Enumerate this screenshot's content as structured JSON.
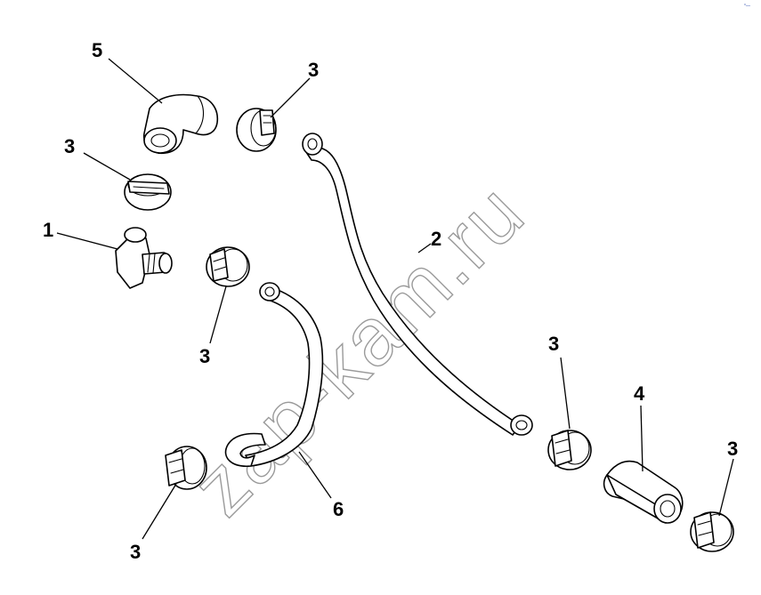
{
  "diagram": {
    "watermark": "zap-kam.ru",
    "corner_mark": "°—",
    "callouts": {
      "part_1": "1",
      "part_2": "2",
      "part_3_a": "3",
      "part_3_b": "3",
      "part_3_c": "3",
      "part_3_d": "3",
      "part_3_e": "3",
      "part_3_f": "3",
      "part_4": "4",
      "part_5": "5",
      "part_6": "6"
    },
    "colors": {
      "line": "#000000",
      "watermark": "#9a9a9a",
      "background": "#ffffff"
    }
  }
}
